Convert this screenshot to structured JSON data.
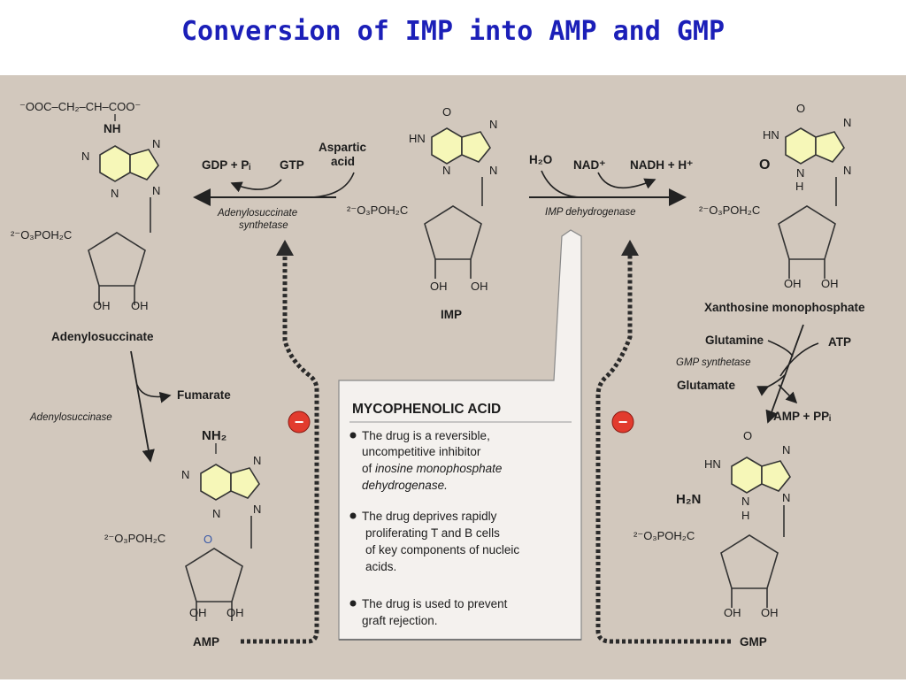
{
  "title": "Conversion of IMP into AMP and GMP",
  "adenylosuccinate": {
    "chain": "⁻OOC–CH₂–CH–COO⁻",
    "nh": "NH",
    "name": "Adenylosuccinate"
  },
  "imp": {
    "name": "IMP"
  },
  "xmp": {
    "name": "Xanthosine monophosphate",
    "ring_h": "H"
  },
  "amp": {
    "amino": "NH₂",
    "name": "AMP"
  },
  "gmp": {
    "amino": "H₂N",
    "ring_h": "H",
    "name": "GMP"
  },
  "common": {
    "n": "N",
    "o": "O",
    "hn": "HN",
    "oh": "OH",
    "phosphate": "²⁻O₃POH₂C"
  },
  "reactions": {
    "adenylosuccinate_synthetase": {
      "gdp_pi": "GDP + Pᵢ",
      "gtp": "GTP",
      "aspartic_line1": "Aspartic",
      "aspartic_line2": "acid",
      "enzyme_line1": "Adenylosuccinate",
      "enzyme_line2": "synthetase"
    },
    "imp_dehydrogenase": {
      "h2o": "H₂O",
      "nad": "NAD⁺",
      "nadh": "NADH + H⁺",
      "enzyme": "IMP dehydrogenase"
    },
    "adenylosuccinase": {
      "fumarate": "Fumarate",
      "enzyme": "Adenylosuccinase"
    },
    "gmp_synthetase": {
      "glutamine": "Glutamine",
      "atp": "ATP",
      "enzyme": "GMP synthetase",
      "glutamate": "Glutamate",
      "amp_ppi": "AMP + PPᵢ"
    }
  },
  "inhibition_sign": "−",
  "infobox": {
    "heading": "MYCOPHENOLIC ACID",
    "bullet1": [
      "The drug is a reversible,",
      "uncompetitive inhibitor",
      "of ",
      "inosine monophosphate",
      "dehydrogenase."
    ],
    "bullet2": [
      "The drug deprives rapidly",
      "proliferating T and B cells",
      "of key components of nucleic",
      "acids."
    ],
    "bullet3": [
      "The drug is used to prevent",
      "graft rejection."
    ]
  },
  "colors": {
    "title": "#1b1fb8",
    "background": "#d2c8bd",
    "ring_fill": "#f6f7b8",
    "inhibit_red": "#e23b2e",
    "box": "#f4f1ee"
  }
}
